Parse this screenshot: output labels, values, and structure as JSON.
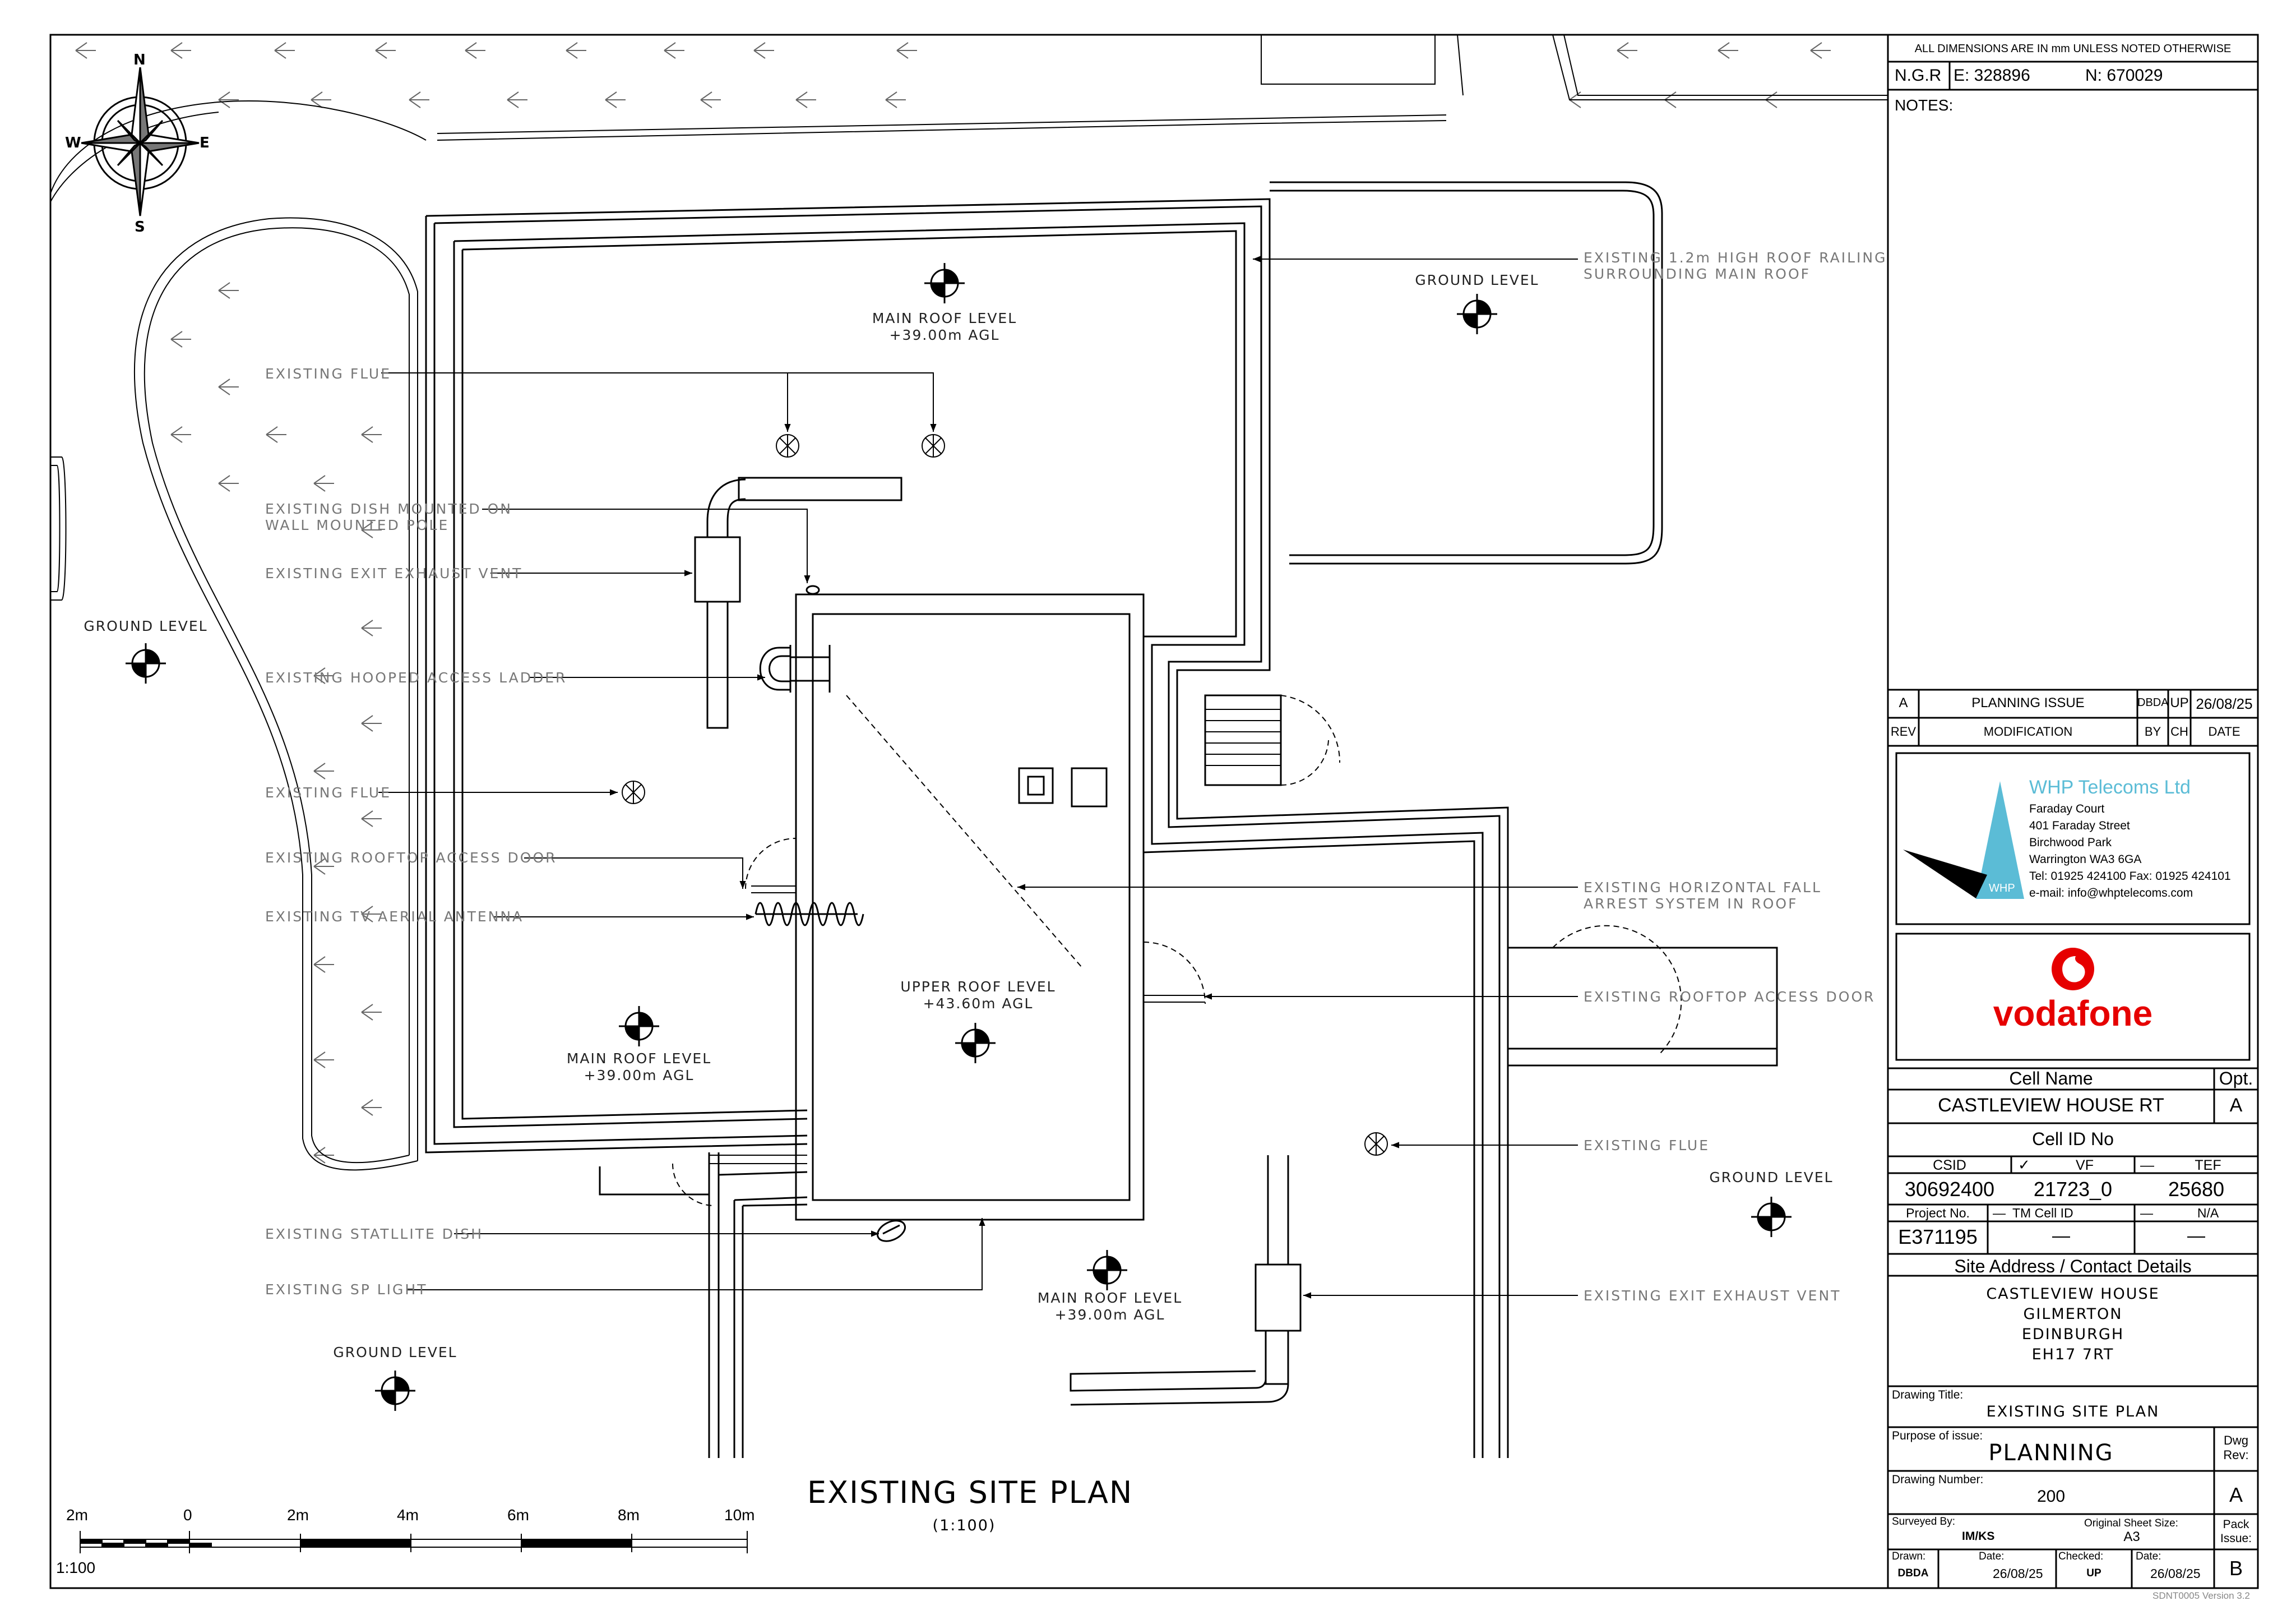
{
  "compass": {
    "n": "N",
    "e": "E",
    "s": "S",
    "w": "W"
  },
  "labels": {
    "roof_railing": [
      "EXISTING 1.2m HIGH ROOF RAILING",
      "SURROUNDING MAIN ROOF"
    ],
    "flue_1": "EXISTING FLUE",
    "dish_pole": [
      "EXISTING DISH MOUNTED ON",
      "WALL MOUNTED POLE"
    ],
    "exhaust_vent_left": "EXISTING EXIT EXHAUST VENT",
    "hooped_ladder": "EXISTING HOOPED ACCESS LADDER",
    "flue_2": "EXISTING FLUE",
    "rooftop_door_left": "EXISTING ROOFTOP ACCESS DOOR",
    "tv_aerial": "EXISTING TV AERIAL ANTENNA",
    "fall_arrest": [
      "EXISTING HORIZONTAL FALL",
      "ARREST SYSTEM IN ROOF"
    ],
    "rooftop_door_right": "EXISTING ROOFTOP ACCESS DOOR",
    "flue_3": "EXISTING FLUE",
    "satellite_dish": "EXISTING STATLLITE DISH",
    "sp_light": "EXISTING SP LIGHT",
    "exhaust_vent_right": "EXISTING EXIT EXHAUST VENT"
  },
  "levels": {
    "main_roof_top": [
      "MAIN ROOF LEVEL",
      "+39.00m AGL"
    ],
    "ground_top_right": "GROUND LEVEL",
    "ground_left": "GROUND LEVEL",
    "upper_roof": [
      "UPPER ROOF LEVEL",
      "+43.60m AGL"
    ],
    "main_roof_left": [
      "MAIN ROOF LEVEL",
      "+39.00m AGL"
    ],
    "ground_right": "GROUND LEVEL",
    "main_roof_bottom": [
      "MAIN ROOF LEVEL",
      "+39.00m AGL"
    ],
    "ground_bottom_left": "GROUND LEVEL"
  },
  "plan_title": "EXISTING SITE PLAN",
  "plan_scale": "(1:100)",
  "scale_bar": {
    "labels": [
      "2m",
      "0",
      "2m",
      "4m",
      "6m",
      "8m",
      "10m"
    ],
    "ratio": "1:100"
  },
  "title_block": {
    "dims_note": "ALL DIMENSIONS ARE IN mm UNLESS NOTED OTHERWISE",
    "ngr_label": "N.G.R",
    "easting": "E: 328896",
    "northing": "N: 670029",
    "notes_label": "NOTES:",
    "revision": {
      "rev": "A",
      "description": "PLANNING ISSUE",
      "by": "DBDA",
      "ch": "UP",
      "date": "26/08/25"
    },
    "rev_headers": {
      "rev": "REV",
      "modification": "MODIFICATION",
      "by": "BY",
      "ch": "CH",
      "date": "DATE"
    },
    "company": {
      "name": "WHP Telecoms Ltd",
      "logo_text": "WHP",
      "address": [
        "Faraday Court",
        "401 Faraday Street",
        "Birchwood Park",
        "Warrington WA3 6GA"
      ],
      "tel": "Tel: 01925 424100  Fax: 01925 424101",
      "email": "e-mail: info@whptelecoms.com"
    },
    "client": "vodafone",
    "cell_name_label": "Cell Name",
    "opt_label": "Opt.",
    "cell_name": "CASTLEVIEW HOUSE RT",
    "opt": "A",
    "cell_id_label": "Cell ID No",
    "csid_label": "CSID",
    "check_mark": "✓",
    "vf_label": "VF",
    "dash": "—",
    "tef_label": "TEF",
    "csid": "30692400",
    "vf": "21723_0",
    "tef": "25680",
    "project_no_label": "Project No.",
    "tm_cell_id_label": "TM Cell ID",
    "na_label": "N/A",
    "project_no": "E371195",
    "tm_cell_id": "—",
    "na_value": "—",
    "site_address_label": "Site Address / Contact Details",
    "site_address": [
      "CASTLEVIEW HOUSE",
      "GILMERTON",
      "EDINBURGH",
      "EH17 7RT"
    ],
    "drawing_title_label": "Drawing Title:",
    "drawing_title": "EXISTING SITE PLAN",
    "purpose_label": "Purpose of issue:",
    "purpose": "PLANNING",
    "dwg_rev_label": [
      "Dwg",
      "Rev:"
    ],
    "drawing_number_label": "Drawing Number:",
    "drawing_number": "200",
    "dwg_rev": "A",
    "surveyed_by_label": "Surveyed By:",
    "surveyed_by": "IM/KS",
    "sheet_size_label": "Original Sheet Size:",
    "sheet_size": "A3",
    "pack_issue_label": [
      "Pack",
      "Issue:"
    ],
    "pack_issue": "B",
    "drawn_label": "Drawn:",
    "drawn": "DBDA",
    "date_label": "Date:",
    "drawn_date": "26/08/25",
    "checked_label": "Checked:",
    "checked": "UP",
    "checked_date_label": "Date:",
    "checked_date": "26/08/25",
    "version": "SDNT0005 Version 3.2"
  },
  "colors": {
    "logo_blue": "#5bbcd6",
    "vodafone_red": "#e60000",
    "label_grey": "#777777"
  }
}
